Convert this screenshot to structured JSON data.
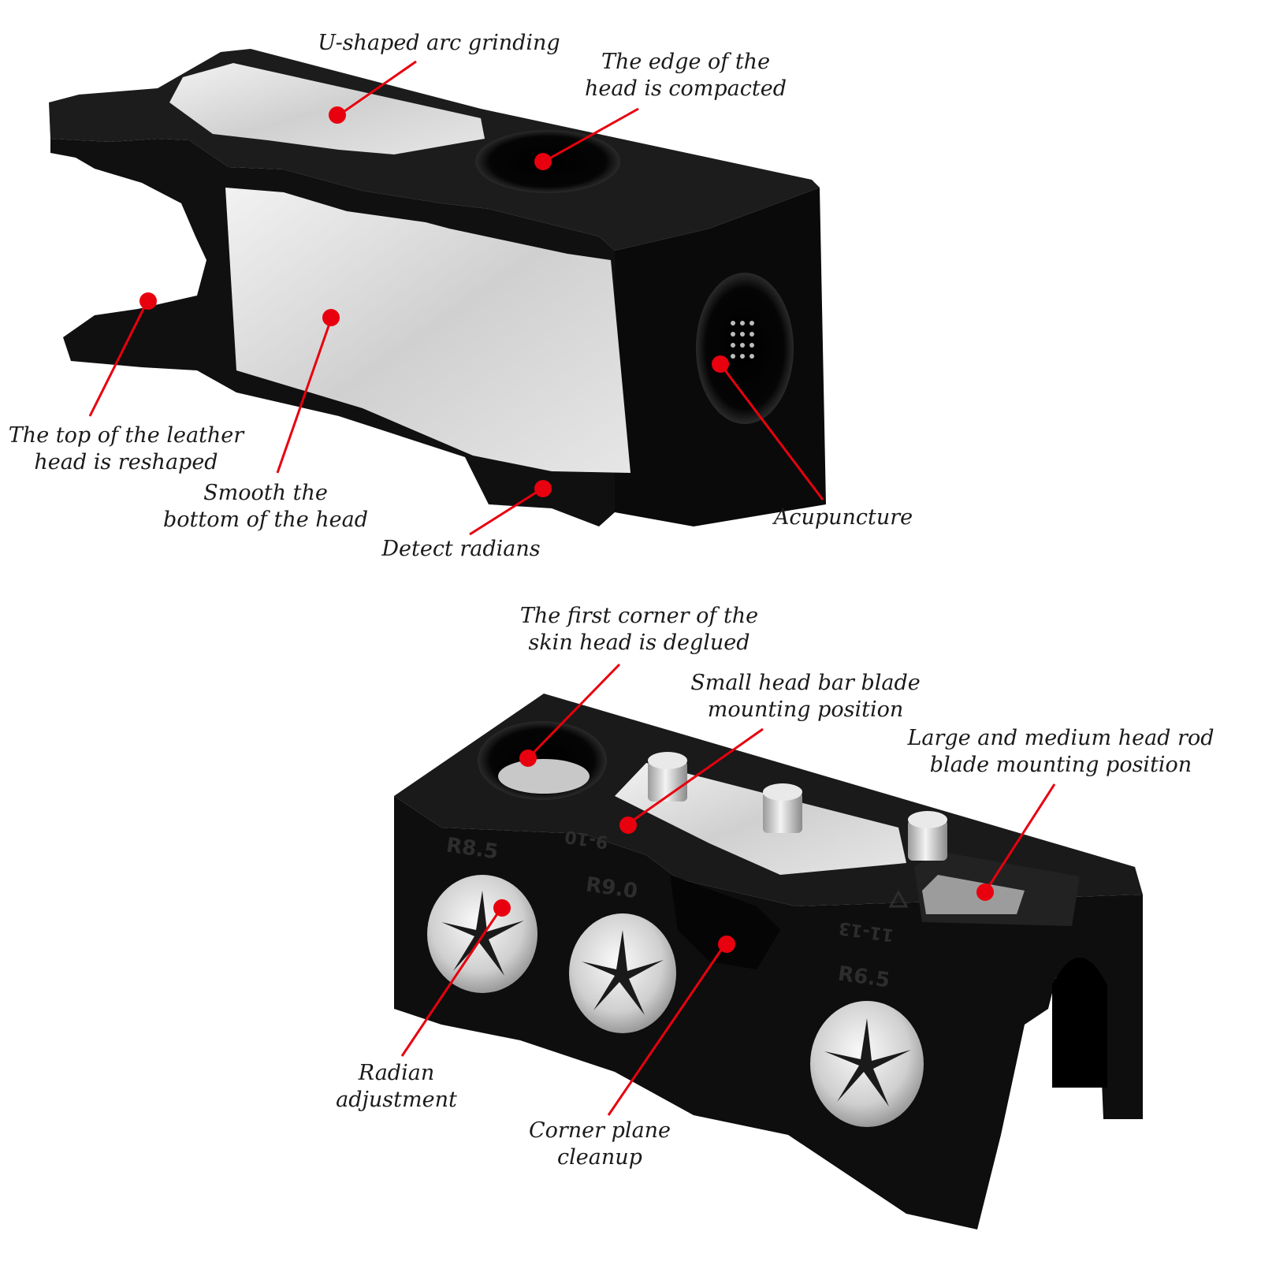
{
  "colors": {
    "body": "#111111",
    "metal": "#d9d9d9",
    "marker": "#e8000e",
    "text": "#1a1a1a"
  },
  "top_tool": {
    "callouts": [
      {
        "id": "u-arc",
        "lines": [
          "U-shaped arc grinding"
        ]
      },
      {
        "id": "edge-compacted",
        "lines": [
          "The edge of the",
          "head is compacted"
        ]
      },
      {
        "id": "top-reshaped",
        "lines": [
          "The top of the leather",
          "head is reshaped"
        ]
      },
      {
        "id": "smooth-bottom",
        "lines": [
          "Smooth the",
          "bottom of the head"
        ]
      },
      {
        "id": "detect-radians",
        "lines": [
          "Detect radians"
        ]
      },
      {
        "id": "acupuncture",
        "lines": [
          "Acupuncture"
        ]
      }
    ]
  },
  "bottom_tool": {
    "engravings": [
      "R8.5",
      "R9.0",
      "R6.5",
      "9-10",
      "11-13"
    ],
    "callouts": [
      {
        "id": "first-corner",
        "lines": [
          "The first corner of the",
          "skin head is deglued"
        ]
      },
      {
        "id": "small-blade",
        "lines": [
          "Small head bar blade",
          "mounting position"
        ]
      },
      {
        "id": "large-blade",
        "lines": [
          "Large and medium head rod",
          "blade mounting position"
        ]
      },
      {
        "id": "radian-adjust",
        "lines": [
          "Radian",
          "adjustment"
        ]
      },
      {
        "id": "corner-cleanup",
        "lines": [
          "Corner plane",
          "cleanup"
        ]
      }
    ]
  }
}
